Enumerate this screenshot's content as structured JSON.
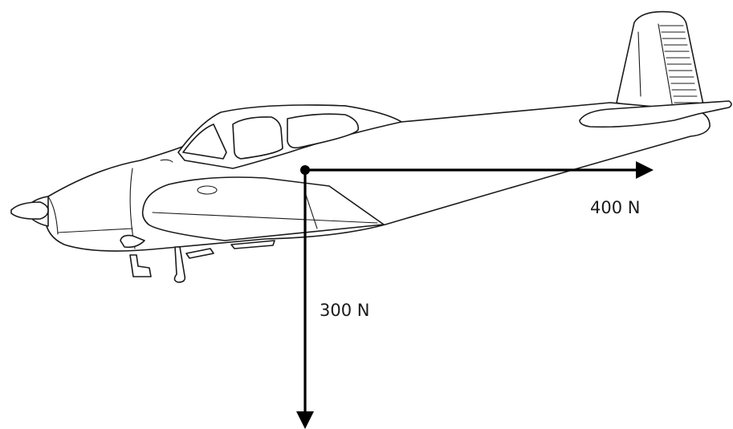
{
  "diagram": {
    "forces": {
      "horizontal": {
        "label": "400 N",
        "magnitude": 400,
        "unit": "N",
        "direction": "right"
      },
      "vertical": {
        "label": "300 N",
        "magnitude": 300,
        "unit": "N",
        "direction": "down"
      }
    },
    "colors": {
      "vector": "#000000",
      "outline": "#1a1a1a",
      "background": "#ffffff"
    }
  }
}
